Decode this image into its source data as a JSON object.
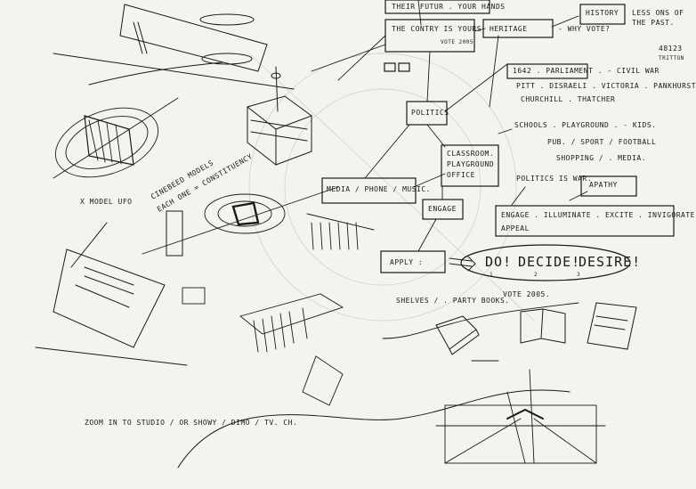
{
  "notes": {
    "their_future": "Their futur . your hands",
    "country_yours": "The Contry is yours",
    "country_sub": "Vote 2005",
    "heritage": "Heritage",
    "why_vote": "- why vote?",
    "history": "History",
    "lessons": "Less ons of",
    "the_past": "the past.",
    "ref_code": "48123",
    "ref_name": "Tritton",
    "timeline_1": "1642 . Parliament . - Civil War",
    "timeline_2": "Pitt . Disraeli . Victoria . Pankhurst",
    "timeline_3": "Churchill . Thatcher",
    "politics": "Politics",
    "schools": "Schools . playground . - kids.",
    "pub_sport": "Pub. / sport / football",
    "shopping": "Shopping / . media.",
    "classroom_1": "Classroom.",
    "classroom_2": "Playground",
    "classroom_3": "Office",
    "politics_war": "Politics is war.",
    "apathy": "Apathy",
    "media": "Media / phone / music.",
    "engage": "Engage",
    "engage_row": "Engage . Illuminate . Excite . Invigorate",
    "appeal": "Appeal",
    "apply": "Apply :",
    "do": "Do!",
    "decide": "Decide!",
    "desire": "Desire!",
    "num1": "1",
    "num2": "2",
    "num3": "3",
    "shelves": "Shelves / . Party books.",
    "vote_2005": "Vote 2005.",
    "model_left": "Cinebeed models",
    "model_left_2": "each one = constituency",
    "x_model": "x model ufo",
    "zoom": "Zoom in to studio / or showy / dimo / tv. ch."
  }
}
